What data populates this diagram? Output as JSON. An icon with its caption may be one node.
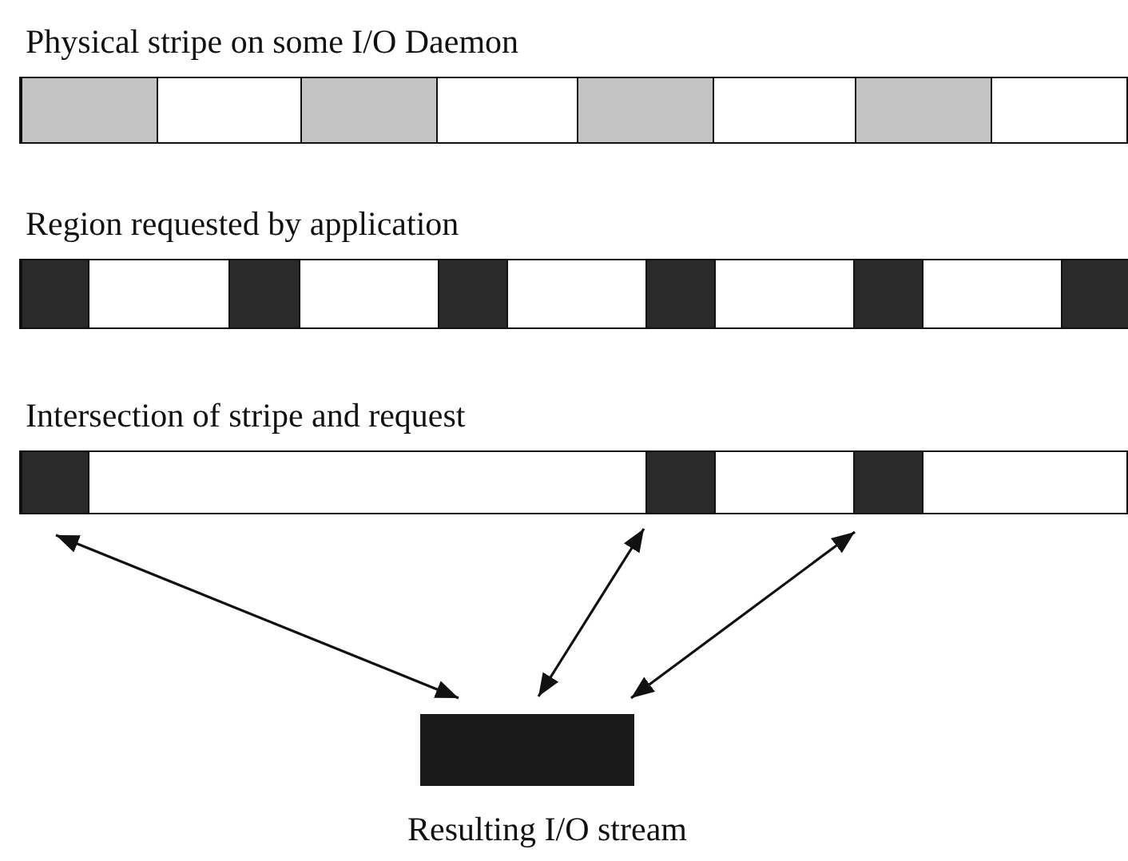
{
  "diagram": {
    "nodes": [
      {
        "text": [
          "Physical stripe on some I/O Daemon"
        ]
      },
      {
        "text": [
          "Region requested by application"
        ]
      },
      {
        "text": [
          "Intersection of stripe and request"
        ]
      },
      {
        "text": [],
        "shape": "bar",
        "in": 2
      },
      {
        "text": [],
        "shape": "bar",
        "in": 2
      },
      {
        "text": [],
        "shape": "bar",
        "in": 2
      },
      {
        "text": [
          "Resulting I/O stream"
        ]
      }
    ],
    "edges": [
      {
        "from": 3,
        "to": 6,
        "arrow": "both"
      },
      {
        "from": 4,
        "to": 6,
        "arrow": "both"
      },
      {
        "from": 5,
        "to": 6,
        "arrow": "both"
      }
    ]
  }
}
